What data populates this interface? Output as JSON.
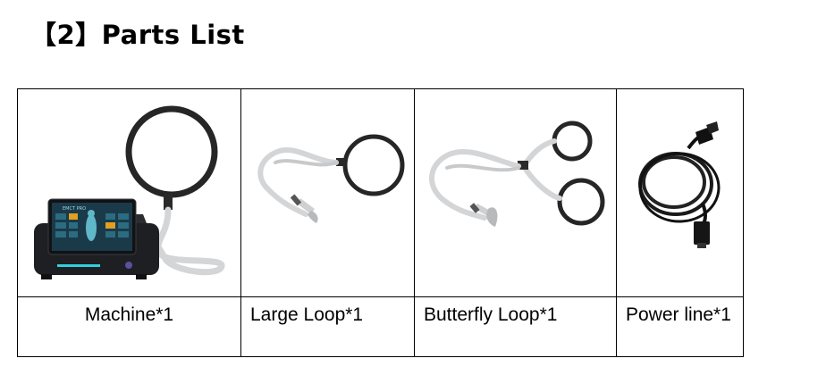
{
  "heading": "【2】Parts List",
  "parts": [
    {
      "label": "Machine*1",
      "icon": "machine-icon"
    },
    {
      "label": "Large Loop*1",
      "icon": "large-loop-icon"
    },
    {
      "label": "Butterfly Loop*1",
      "icon": "butterfly-loop-icon"
    },
    {
      "label": "Power line*1",
      "icon": "power-line-icon"
    }
  ],
  "device_screen_text": "EMCT PRO",
  "colors": {
    "border": "#000000",
    "device_body": "#1e1f22",
    "cable": "#d9dadc",
    "loop": "#262626",
    "screen_accent": "#2fd0e0"
  }
}
